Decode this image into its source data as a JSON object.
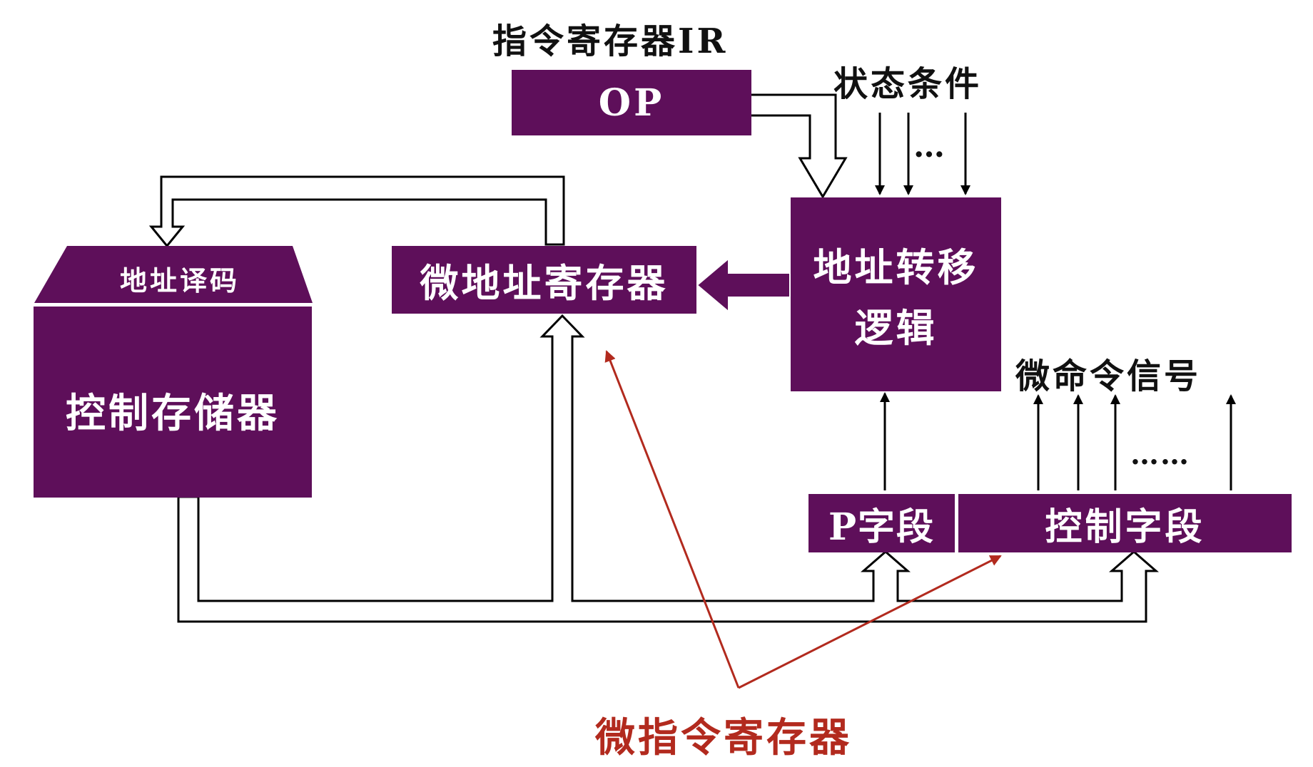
{
  "colors": {
    "box_fill": "#5e0f5a",
    "box_text": "#ffffff",
    "line": "#000000",
    "annotation": "#b22a1e"
  },
  "labels": {
    "ir_title": "指令寄存器IR",
    "status_conditions": "状态条件",
    "status_dots": "…",
    "micro_command_signals": "微命令信号",
    "micro_command_dots": "……",
    "micro_instruction_register": "微指令寄存器"
  },
  "boxes": {
    "op": "OP",
    "address_decode": "地址译码",
    "control_memory": "控制存储器",
    "micro_address_register": "微地址寄存器",
    "address_transfer_logic_line1": "地址转移",
    "address_transfer_logic_line2": "逻辑",
    "p_field": "P字段",
    "control_field": "控制字段"
  }
}
